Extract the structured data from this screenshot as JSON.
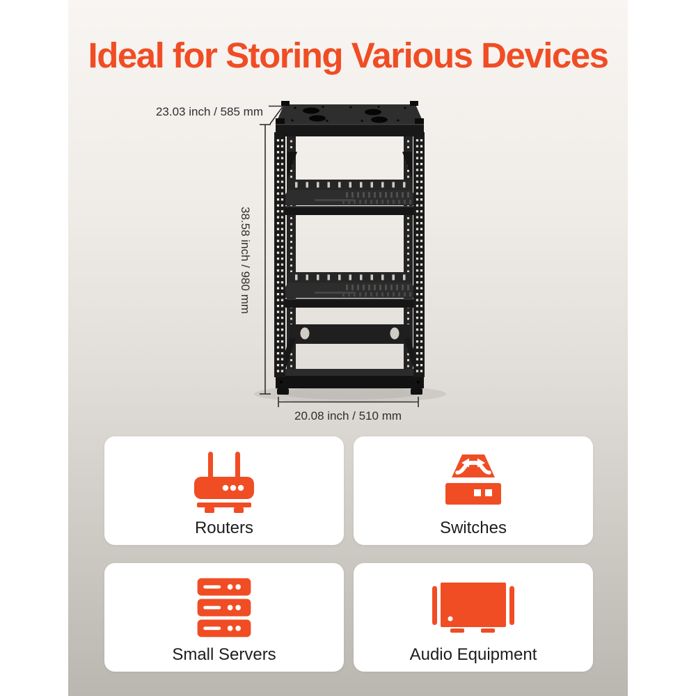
{
  "title": {
    "text": "Ideal for Storing Various Devices"
  },
  "rack": {
    "description": "open-frame-4-post-server-rack",
    "dimensions": {
      "top_width": "23.03 inch / 585 mm",
      "height": "38.58 inch / 980 mm",
      "base_width": "20.08 inch / 510 mm"
    }
  },
  "device_cards": [
    {
      "label": "Routers",
      "icon": "router-icon"
    },
    {
      "label": "Switches",
      "icon": "network-switch-icon"
    },
    {
      "label": "Small Servers",
      "icon": "server-stack-icon"
    },
    {
      "label": "Audio Equipment",
      "icon": "amplifier-icon"
    }
  ],
  "colors": {
    "accent": "#F04D24",
    "background_top": "#F8F5F2",
    "background_bottom": "#BAB6B0",
    "card_background": "#FFFFFF",
    "dimension_text": "#2E2E2E",
    "card_label_text": "#1D1D1D"
  }
}
